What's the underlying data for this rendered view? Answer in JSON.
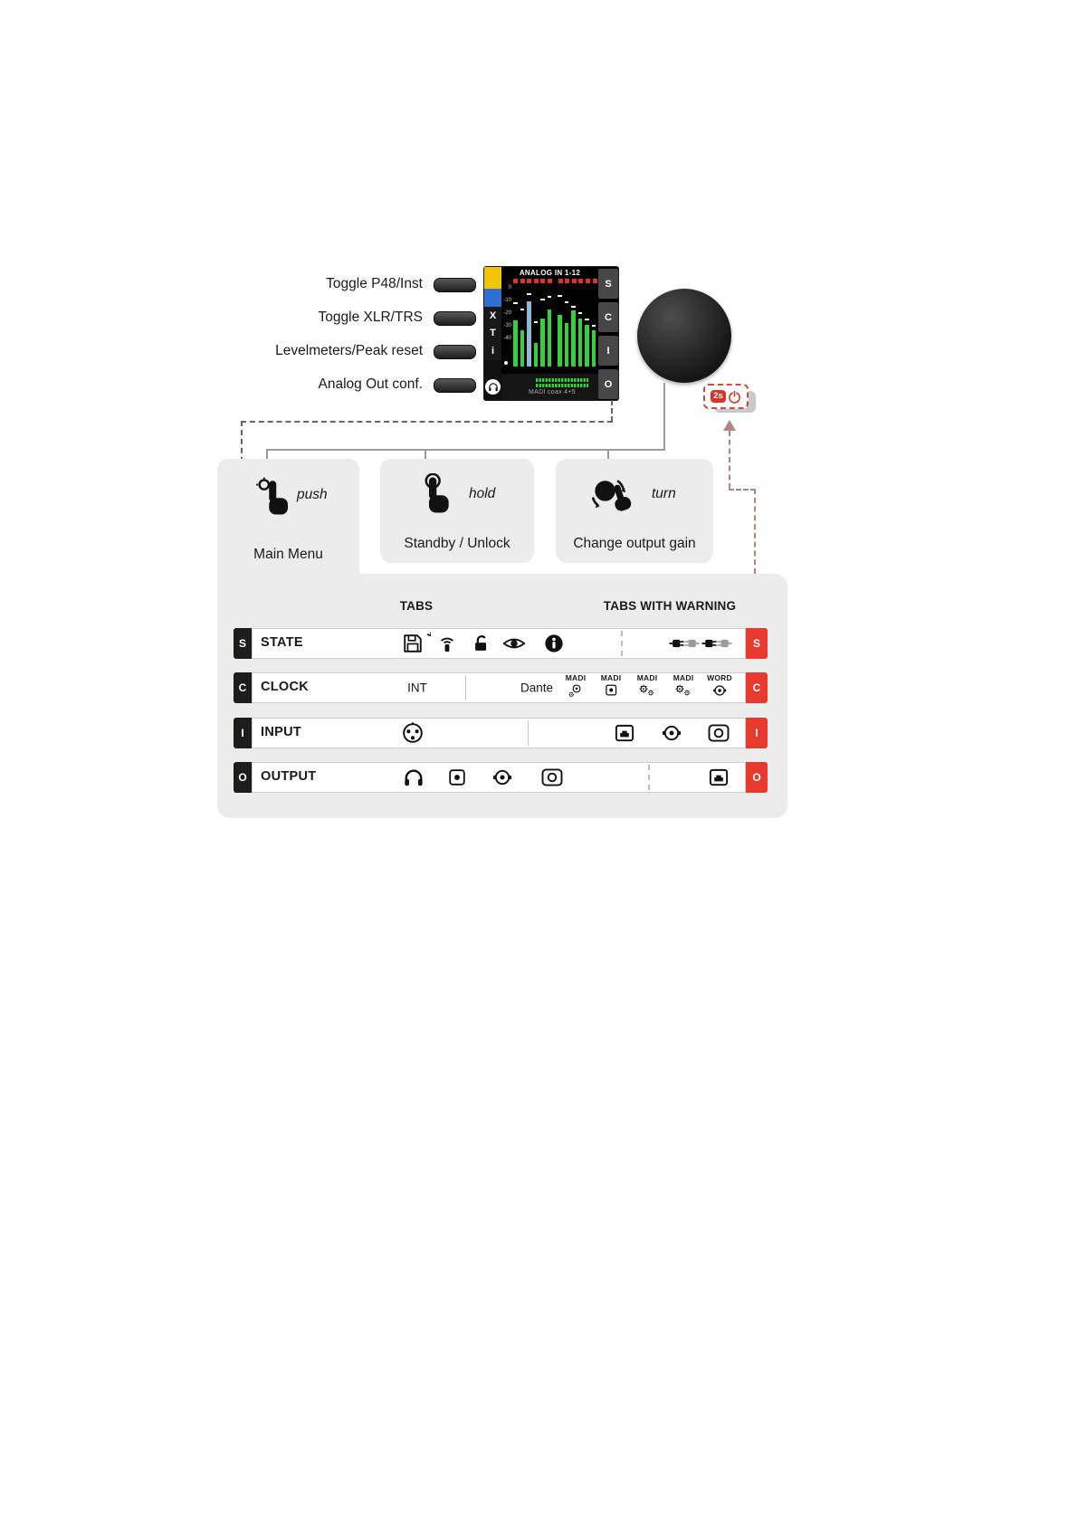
{
  "hardware_buttons": [
    {
      "label": "Toggle P48/Inst"
    },
    {
      "label": "Toggle XLR/TRS"
    },
    {
      "label": "Levelmeters/Peak reset"
    },
    {
      "label": "Analog Out conf."
    }
  ],
  "screen": {
    "title": "ANALOG IN 1-12",
    "scale_labels": [
      "0",
      "-10",
      "-20",
      "-30",
      "-40"
    ],
    "left_tabs": [
      "X",
      "T",
      "i"
    ],
    "right_tabs": [
      "S",
      "C",
      "I",
      "O"
    ],
    "status_text": "MADI coax 4+5",
    "meters": [
      {
        "level": 58,
        "peak": 78
      },
      {
        "level": 45,
        "peak": 70
      },
      {
        "level": 82,
        "peak": 90,
        "accent": true
      },
      {
        "level": 30,
        "peak": 55
      },
      {
        "level": 60,
        "peak": 83
      },
      {
        "level": 72,
        "peak": 86
      },
      {
        "level": 65,
        "peak": 88
      },
      {
        "level": 55,
        "peak": 80
      },
      {
        "level": 70,
        "peak": 74
      },
      {
        "level": 60,
        "peak": 66
      },
      {
        "level": 52,
        "peak": 58
      },
      {
        "level": 45,
        "peak": 50
      }
    ]
  },
  "power_button": {
    "hold_label": "2s",
    "icon": "power-icon"
  },
  "gestures": [
    {
      "action": "push",
      "result": "Main Menu",
      "icon": "push-gesture-icon"
    },
    {
      "action": "hold",
      "result": "Standby / Unlock",
      "icon": "hold-gesture-icon"
    },
    {
      "action": "turn",
      "result": "Change output gain",
      "icon": "turn-gesture-icon"
    }
  ],
  "menu_table": {
    "header_tabs": "TABS",
    "header_warning": "TABS WITH WARNING",
    "rows": [
      {
        "tab": "S",
        "label": "STATE",
        "icons": [
          "save-icon",
          "remote-icon",
          "unlock-icon",
          "visibility-icon",
          "info-icon"
        ],
        "warning_icons": [
          "power-plugs-icon",
          "power-plugs-icon"
        ]
      },
      {
        "tab": "C",
        "label": "CLOCK",
        "int_label": "INT",
        "dante_label": "Dante",
        "clock_options": [
          {
            "label": "MADI",
            "icon": "madi-coax-icon"
          },
          {
            "label": "MADI",
            "icon": "madi-optical-icon"
          },
          {
            "label": "MADI",
            "icon": "madi-sync-icon"
          },
          {
            "label": "MADI",
            "icon": "madi-sync-icon"
          },
          {
            "label": "WORD",
            "icon": "word-clock-icon"
          }
        ]
      },
      {
        "tab": "I",
        "label": "INPUT",
        "icons": [
          "xlr-icon"
        ],
        "warning_icons": [
          "ethernet-icon",
          "bnc-icon",
          "optical-icon"
        ]
      },
      {
        "tab": "O",
        "label": "OUTPUT",
        "icons": [
          "headphones-icon",
          "optical-icon",
          "bnc-icon",
          "coax-icon"
        ],
        "warning_icons": [
          "ethernet-icon"
        ]
      }
    ]
  },
  "colors": {
    "accent_red": "#e8392e",
    "panel_gray": "#ececec",
    "tab_black": "#1d1d1b",
    "meter_green": "#35d13a",
    "clip_red": "#e23222",
    "screen_yellow": "#f2c500",
    "screen_blue": "#2f6fd0"
  }
}
